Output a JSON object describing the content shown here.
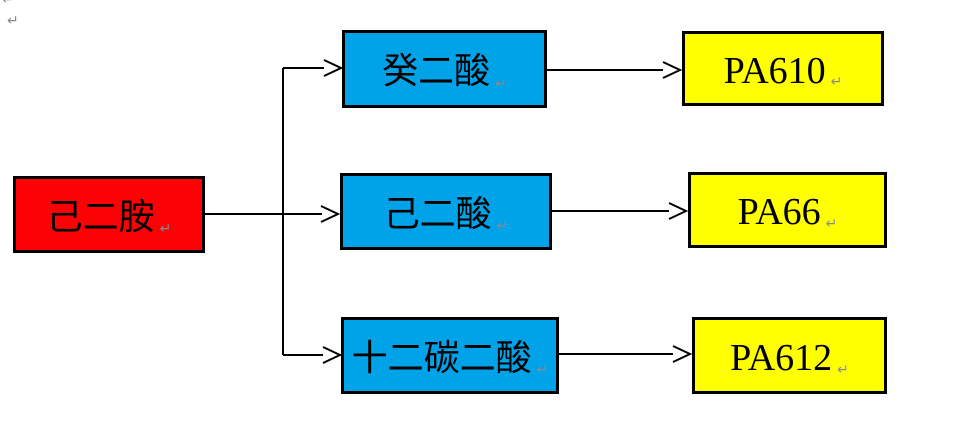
{
  "page": {
    "background": "#ffffff",
    "paragraph_mark_glyph": "↵",
    "paragraph_mark_color": "#8a8a8a"
  },
  "colors": {
    "source_fill": "#fb0204",
    "intermediate_fill": "#00a2e8",
    "product_fill": "#ffff00",
    "border": "#000000",
    "arrow": "#000000"
  },
  "diagram": {
    "source": {
      "label": "己二胺"
    },
    "intermediates": [
      {
        "label": "癸二酸"
      },
      {
        "label": "己二酸"
      },
      {
        "label": "十二碳二酸"
      }
    ],
    "products": [
      {
        "label": "PA610"
      },
      {
        "label": "PA66"
      },
      {
        "label": "PA612"
      }
    ],
    "edges": [
      {
        "from": "己二胺",
        "to": "癸二酸"
      },
      {
        "from": "己二胺",
        "to": "己二酸"
      },
      {
        "from": "己二胺",
        "to": "十二碳二酸"
      },
      {
        "from": "癸二酸",
        "to": "PA610"
      },
      {
        "from": "己二酸",
        "to": "PA66"
      },
      {
        "from": "十二碳二酸",
        "to": "PA612"
      }
    ]
  }
}
